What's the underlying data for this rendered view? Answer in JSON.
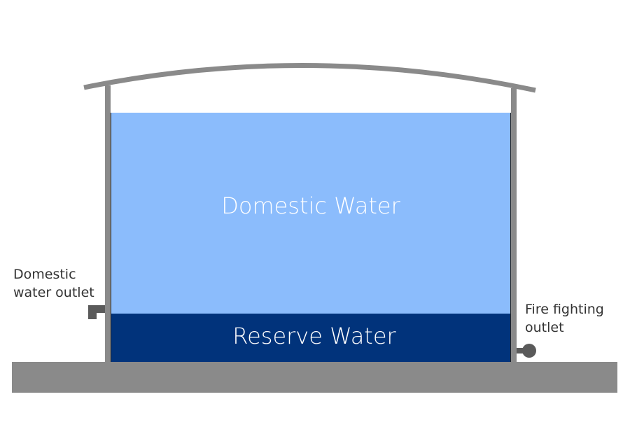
{
  "labels": {
    "domestic_water": "Domestic Water",
    "reserve_water": "Reserve Water",
    "domestic_outlet_line1": "Domestic",
    "domestic_outlet_line2": "water outlet",
    "fire_outlet_line1": "Fire fighting",
    "fire_outlet_line2": "outlet"
  },
  "colors": {
    "domestic_water": "#8bbcfc",
    "reserve_water": "#01337b",
    "structure": "#8a8a8a",
    "ground": "#8a8a8a",
    "pipe": "#5a5a5a",
    "water_text": "#ffffff",
    "outlet_text": "#333333"
  }
}
